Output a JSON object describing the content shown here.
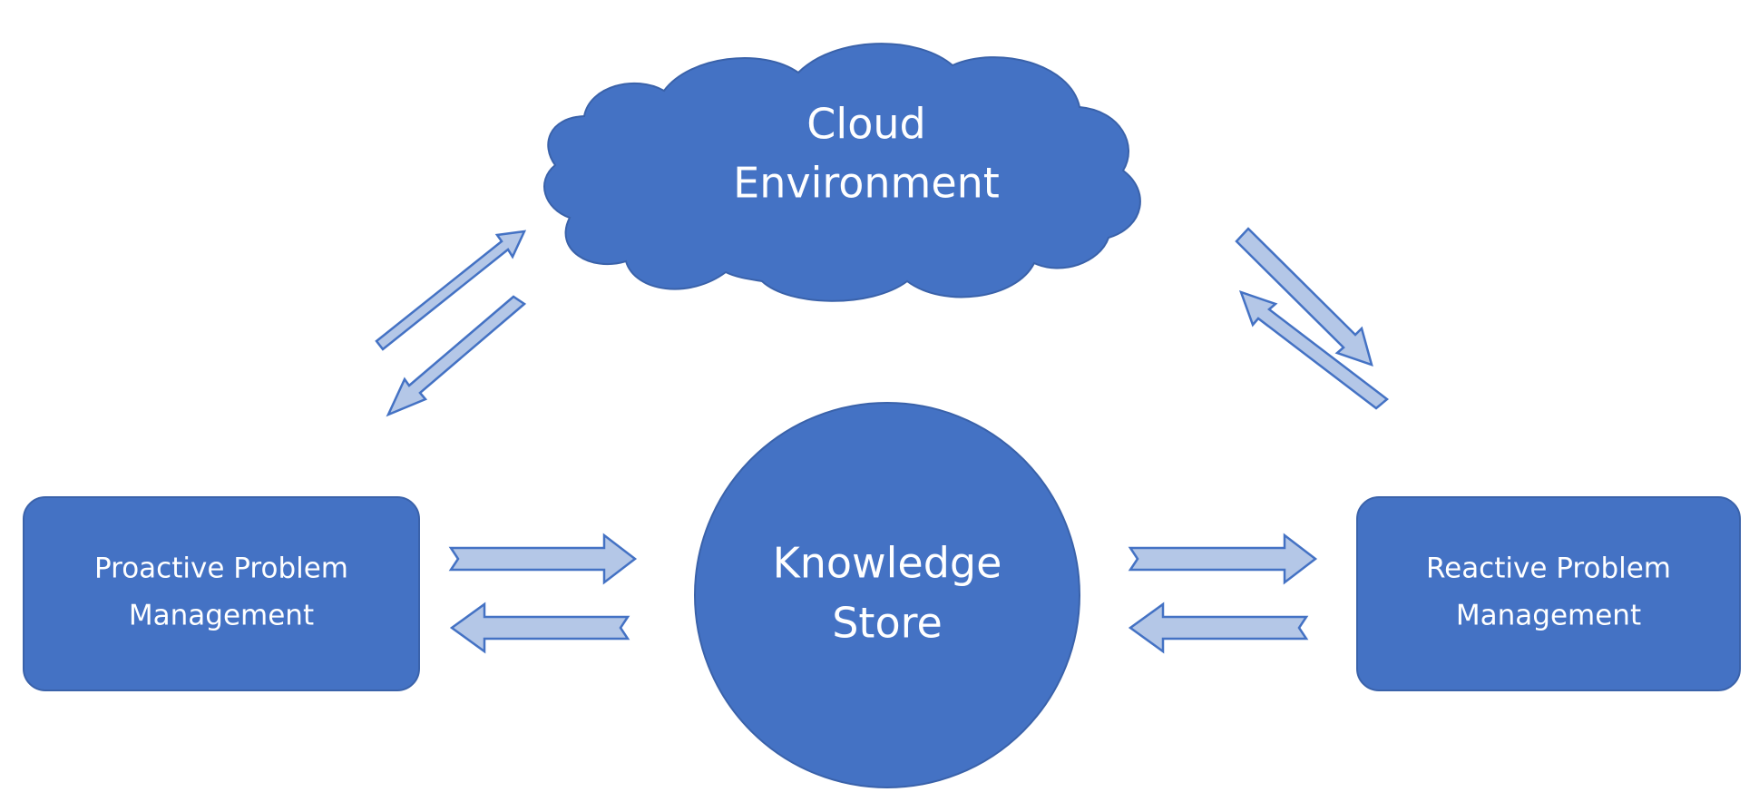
{
  "colors": {
    "node_fill": "#4472C4",
    "node_stroke": "#3A62AA",
    "arrow_fill": "#B4C7E7",
    "arrow_stroke": "#4472C4",
    "text": "#FFFFFF"
  },
  "nodes": {
    "cloud": {
      "shape": "cloud",
      "lines": [
        "Cloud",
        "Environment"
      ]
    },
    "knowledge": {
      "shape": "circle",
      "lines": [
        "Knowledge",
        "Store"
      ]
    },
    "proactive": {
      "shape": "rounded-rectangle",
      "lines": [
        "Proactive Problem",
        "Management"
      ]
    },
    "reactive": {
      "shape": "rounded-rectangle",
      "lines": [
        "Reactive Problem",
        "Management"
      ]
    }
  },
  "connections": [
    {
      "from": "proactive",
      "to": "cloud",
      "style": "double-arrow"
    },
    {
      "from": "cloud",
      "to": "reactive",
      "style": "double-arrow"
    },
    {
      "from": "proactive",
      "to": "knowledge",
      "style": "double-arrow"
    },
    {
      "from": "knowledge",
      "to": "reactive",
      "style": "double-arrow"
    }
  ]
}
